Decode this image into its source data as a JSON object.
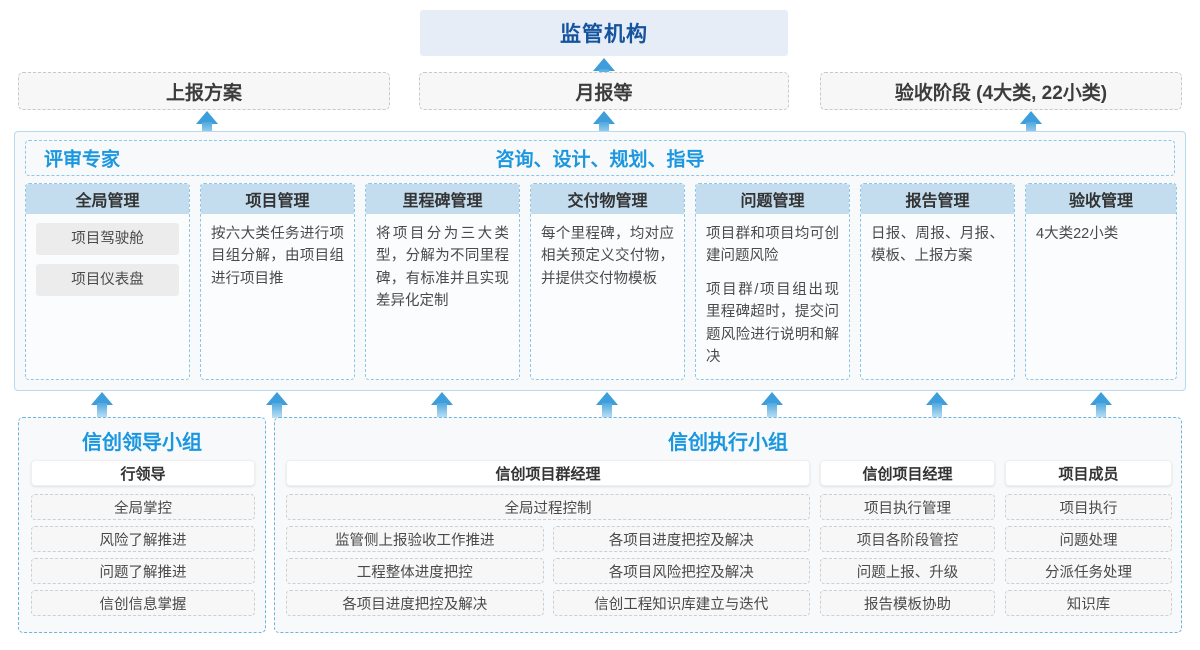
{
  "top": {
    "regulator": "监管机构"
  },
  "reports": [
    {
      "label": "上报方案"
    },
    {
      "label": "月报等"
    },
    {
      "label": "验收阶段 (4大类, 22小类)"
    }
  ],
  "middle": {
    "header_left": "评审专家",
    "header_center": "咨询、设计、规划、指导",
    "columns": [
      {
        "title": "全局管理",
        "pills": [
          "项目驾驶舱",
          "项目仪表盘"
        ],
        "paragraphs": []
      },
      {
        "title": "项目管理",
        "pills": [],
        "paragraphs": [
          "按六大类任务进行项目组分解，由项目组进行项目推"
        ]
      },
      {
        "title": "里程碑管理",
        "pills": [],
        "paragraphs": [
          "将项目分为三大类型，分解为不同里程碑，有标准并且实现差异化定制"
        ]
      },
      {
        "title": "交付物管理",
        "pills": [],
        "paragraphs": [
          "每个里程碑，均对应相关预定义交付物，并提供交付物模板"
        ]
      },
      {
        "title": "问题管理",
        "pills": [],
        "paragraphs": [
          "项目群和项目均可创建问题风险",
          "项目群/项目组出现里程碑超时，提交问题风险进行说明和解决"
        ]
      },
      {
        "title": "报告管理",
        "pills": [],
        "paragraphs": [
          "日报、周报、月报、模板、上报方案"
        ]
      },
      {
        "title": "验收管理",
        "pills": [],
        "paragraphs": [
          "4大类22小类"
        ]
      }
    ]
  },
  "bottom": {
    "left_group": {
      "title": "信创领导小组",
      "head": "行领导",
      "items": [
        "全局掌控",
        "风险了解推进",
        "问题了解推进",
        "信创信息掌握"
      ]
    },
    "right_group": {
      "title": "信创执行小组",
      "pm_group": {
        "head": "信创项目群经理",
        "full_item": "全局过程控制",
        "rows": [
          {
            "left": "监管侧上报验收工作推进",
            "right": "各项目进度把控及解决"
          },
          {
            "left": "工程整体进度把控",
            "right": "各项目风险把控及解决"
          },
          {
            "left": "各项目进度把控及解决",
            "right": "信创工程知识库建立与迭代"
          }
        ]
      },
      "pm": {
        "head": "信创项目经理",
        "items": [
          "项目执行管理",
          "项目各阶段管控",
          "问题上报、升级",
          "报告模板协助"
        ]
      },
      "member": {
        "head": "项目成员",
        "items": [
          "项目执行",
          "问题处理",
          "分派任务处理",
          "知识库"
        ]
      }
    }
  },
  "colors": {
    "accent_blue": "#1b97e0",
    "deep_blue": "#14539e",
    "header_fill": "#c3ddef",
    "top_fill": "#e6edf7"
  }
}
